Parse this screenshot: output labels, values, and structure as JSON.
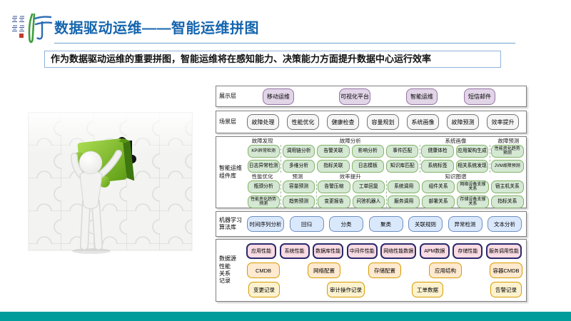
{
  "header": {
    "title": "数据驱动运维——智能运维拼图",
    "subtitle": "作为数据驱动运维的重要拼图，智能运维将在感知能力、决策能力方面提升数据中心运行效率",
    "title_color": "#1565ae",
    "logo_icon": "calligraphy-brand-mark"
  },
  "footer": {
    "bar_color": "#009b9b"
  },
  "illustration": "white-3d-figure-placing-green-puzzle-piece-into-puzzle-wall",
  "diagram": {
    "display_layer": {
      "label": "展示层",
      "items": [
        "移动运维",
        "可视化平台",
        "智能运维",
        "短信邮件"
      ]
    },
    "scene_layer": {
      "label": "场景层",
      "items": [
        "故障处理",
        "性能优化",
        "健康检查",
        "容量规划",
        "系统画像",
        "故障预测",
        "效率提升"
      ]
    },
    "component_layer": {
      "label": "智能运维\n组件库",
      "top": {
        "groups": [
          {
            "name": "故障发现",
            "span": 1
          },
          {
            "name": "故障分析",
            "span": 4
          },
          {
            "name": "系统画像",
            "span": 2
          },
          {
            "name": "故障预测",
            "span": 1
          }
        ],
        "columns": [
          [
            "KPI异常检测",
            "日志异常检测"
          ],
          [
            "调用链分析",
            "多维分析"
          ],
          [
            "告警关联",
            "指标关联"
          ],
          [
            "影响分析",
            "日志模板"
          ],
          [
            "事件匹配",
            "知识库匹配"
          ],
          [
            "健康体检",
            "系统标签"
          ],
          [
            "应用架构生成",
            "相关系统发现"
          ],
          [
            "性能恶化趋势预测",
            "JVM故障预测"
          ]
        ]
      },
      "bottom": {
        "groups": [
          {
            "name": "性能优化",
            "span": 1
          },
          {
            "name": "预测",
            "span": 1
          },
          {
            "name": "效率提升",
            "span": 2
          },
          {
            "name": "知识图谱",
            "span": 4
          }
        ],
        "columns": [
          [
            "瓶颈分析",
            "性能恶化趋势预测"
          ],
          [
            "容量预测",
            "趋势预测"
          ],
          [
            "告警压缩",
            "变更报告"
          ],
          [
            "工单回复",
            "问答机器人"
          ],
          [
            "系统调用",
            "服务调用"
          ],
          [
            "组件关系",
            "部署关系"
          ],
          [
            "网络设备支撑关系",
            "存储设备支撑关系"
          ],
          [
            "宿主机关系",
            "指标关系"
          ]
        ]
      }
    },
    "ml_layer": {
      "label": "机器学习\n算法库",
      "items": [
        "时间序列分析",
        "回归",
        "分类",
        "聚类",
        "关联规则",
        "异常检测",
        "文本分析"
      ]
    },
    "data_layer": {
      "label": "数据源\n性能\n关系\n记录",
      "performance_row": [
        "应用性能",
        "系统性能",
        "数据库性能",
        "中间件性能",
        "网络性能数据",
        "APM数据",
        "存储性能",
        "服务调用性能"
      ],
      "config_row": [
        "CMDB",
        "网络配置",
        "存储配置",
        "应用结构",
        "容器CMDB"
      ],
      "record_row": [
        "变更记录",
        "审计操作记录",
        "工单数据",
        "告警记录"
      ]
    }
  }
}
